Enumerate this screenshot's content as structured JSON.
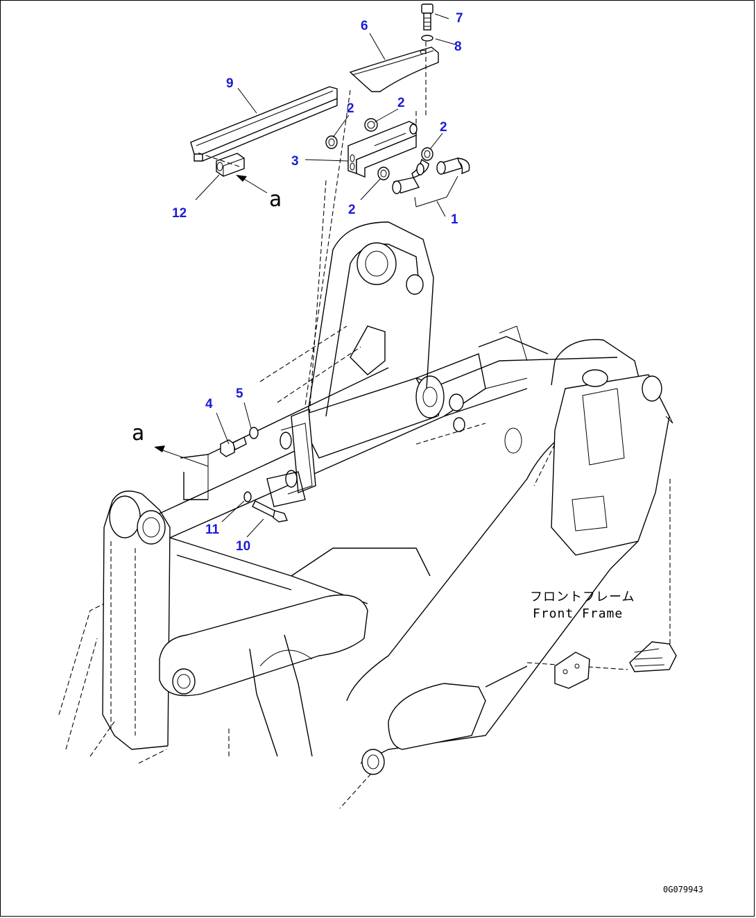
{
  "parts": [
    {
      "num": "1"
    },
    {
      "num": "2"
    },
    {
      "num": "2"
    },
    {
      "num": "2"
    },
    {
      "num": "2"
    },
    {
      "num": "3"
    },
    {
      "num": "4"
    },
    {
      "num": "5"
    },
    {
      "num": "6"
    },
    {
      "num": "7"
    },
    {
      "num": "8"
    },
    {
      "num": "9"
    },
    {
      "num": "10"
    },
    {
      "num": "11"
    },
    {
      "num": "12"
    }
  ],
  "callouts": [
    "a",
    "a"
  ],
  "frame_label": {
    "jp": "フロントフレーム",
    "en": "Front Frame"
  },
  "drawing_code": "0G079943",
  "colors": {
    "part_number": "#1a1ad6",
    "lines": "#000000"
  }
}
